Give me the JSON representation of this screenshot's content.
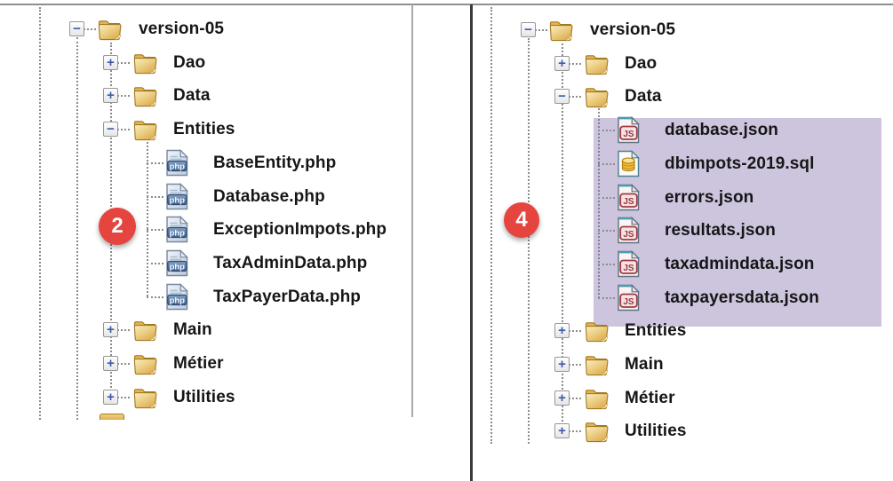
{
  "icons": {
    "plus": "+",
    "minus": "−",
    "php_badge_text": "php",
    "js_badge_text": "JS"
  },
  "colors": {
    "annotation_red": "#E5453E",
    "selection_highlight": "#D2CBE0",
    "folder_yellow": "#E8BE5C",
    "php_icon_blue": "#466D9C",
    "json_icon_maroon": "#9C3A42",
    "sql_icon_amber": "#F0B93B",
    "tree_line_gray": "#8C8C8C",
    "toggle_glyph_blue": "#3C5CA8",
    "text_color": "#161616"
  },
  "panels": [
    {
      "name": "left-tree",
      "badge": "2",
      "rows": [
        {
          "label": "version-05",
          "type": "folder",
          "level": 0,
          "toggle": "minus"
        },
        {
          "label": "Dao",
          "type": "folder",
          "level": 1,
          "toggle": "plus"
        },
        {
          "label": "Data",
          "type": "folder",
          "level": 1,
          "toggle": "plus"
        },
        {
          "label": "Entities",
          "type": "folder",
          "level": 1,
          "toggle": "minus"
        },
        {
          "label": "BaseEntity.php",
          "type": "php",
          "level": 2
        },
        {
          "label": "Database.php",
          "type": "php",
          "level": 2
        },
        {
          "label": "ExceptionImpots.php",
          "type": "php",
          "level": 2
        },
        {
          "label": "TaxAdminData.php",
          "type": "php",
          "level": 2
        },
        {
          "label": "TaxPayerData.php",
          "type": "php",
          "level": 2
        },
        {
          "label": "Main",
          "type": "folder",
          "level": 1,
          "toggle": "plus"
        },
        {
          "label": "Métier",
          "type": "folder",
          "level": 1,
          "toggle": "plus"
        },
        {
          "label": "Utilities",
          "type": "folder",
          "level": 1,
          "toggle": "plus"
        }
      ]
    },
    {
      "name": "right-tree",
      "badge": "4",
      "rows": [
        {
          "label": "version-05",
          "type": "folder",
          "level": 0,
          "toggle": "minus"
        },
        {
          "label": "Dao",
          "type": "folder",
          "level": 1,
          "toggle": "plus"
        },
        {
          "label": "Data",
          "type": "folder",
          "level": 1,
          "toggle": "minus"
        },
        {
          "label": "database.json",
          "type": "json",
          "level": 2,
          "highlighted": true
        },
        {
          "label": "dbimpots-2019.sql",
          "type": "sql",
          "level": 2,
          "highlighted": true
        },
        {
          "label": "errors.json",
          "type": "json",
          "level": 2,
          "highlighted": true
        },
        {
          "label": "resultats.json",
          "type": "json",
          "level": 2,
          "highlighted": true
        },
        {
          "label": "taxadmindata.json",
          "type": "json",
          "level": 2,
          "highlighted": true
        },
        {
          "label": "taxpayersdata.json",
          "type": "json",
          "level": 2,
          "highlighted": true
        },
        {
          "label": "Entities",
          "type": "folder",
          "level": 1,
          "toggle": "plus"
        },
        {
          "label": "Main",
          "type": "folder",
          "level": 1,
          "toggle": "plus"
        },
        {
          "label": "Métier",
          "type": "folder",
          "level": 1,
          "toggle": "plus"
        },
        {
          "label": "Utilities",
          "type": "folder",
          "level": 1,
          "toggle": "plus"
        }
      ]
    }
  ]
}
